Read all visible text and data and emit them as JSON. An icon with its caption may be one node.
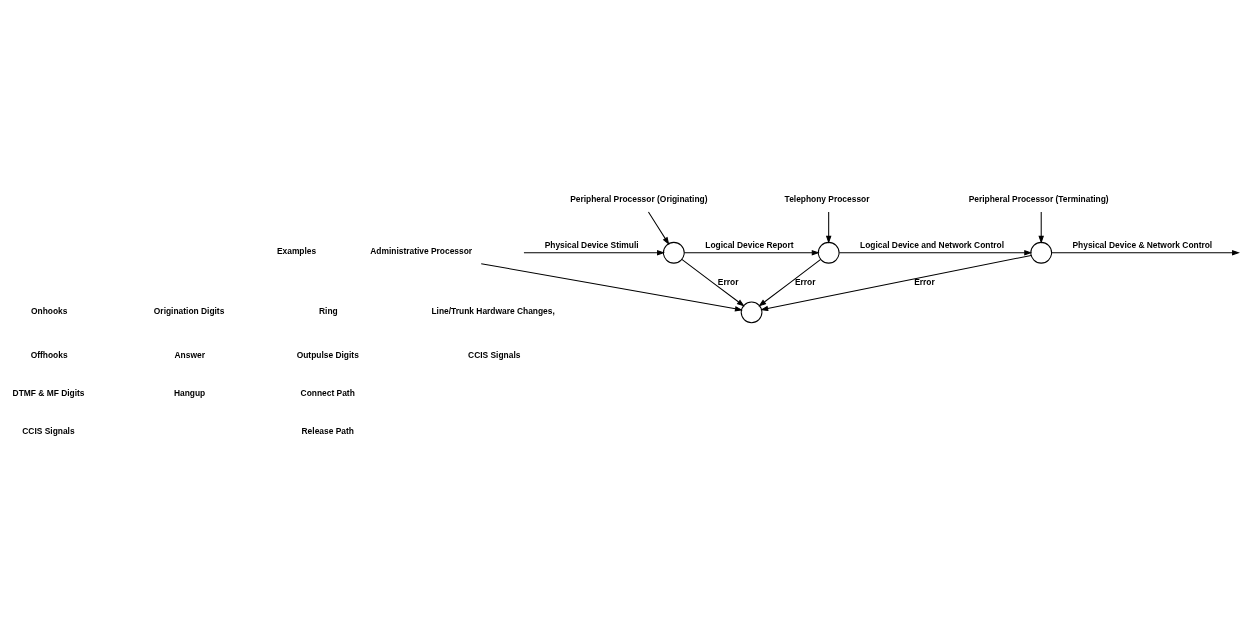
{
  "diagram": {
    "nodes": [
      {
        "text": [
          "Administrative Processor"
        ]
      },
      {
        "text": [],
        "shape": "circle"
      },
      {
        "text": [],
        "shape": "circle"
      },
      {
        "text": [],
        "shape": "circle"
      },
      {
        "text": [],
        "shape": "circle"
      },
      {
        "text": [
          "Peripheral Processor (Originating)"
        ]
      },
      {
        "text": [
          "Telephony Processor"
        ]
      },
      {
        "text": [
          "Peripheral Processor (Terminating)"
        ]
      }
    ],
    "edges": [
      {
        "from": 0,
        "to": 1,
        "arrow": "to"
      },
      {
        "from": null,
        "to": 2,
        "arrow": "to",
        "label": "Physical Device Stimuli"
      },
      {
        "from": 2,
        "to": 1,
        "arrow": "to",
        "label": "Error"
      },
      {
        "from": 2,
        "to": 3,
        "arrow": "to",
        "label": "Logical Device Report"
      },
      {
        "from": 3,
        "to": 1,
        "arrow": "to",
        "label": "Error"
      },
      {
        "from": 3,
        "to": 4,
        "arrow": "to",
        "label": "Logical Device and Network Control"
      },
      {
        "from": 4,
        "to": 1,
        "arrow": "to",
        "label": "Error"
      },
      {
        "from": 4,
        "to": null,
        "arrow": "to",
        "label": "Physical Device & Network Control"
      },
      {
        "from": 5,
        "to": 2,
        "arrow": "to"
      },
      {
        "from": 6,
        "to": 3,
        "arrow": "to"
      },
      {
        "from": 7,
        "to": 4,
        "arrow": "to"
      }
    ],
    "labels": [
      "Examples",
      "Onhooks",
      "Offhooks",
      "DTMF & MF Digits",
      "CCIS Signals",
      "Origination Digits",
      "Answer",
      "Hangup",
      "Ring",
      "Outpulse Digits",
      "Connect Path",
      "Release Path",
      "Line/Trunk Hardware Changes,",
      "CCIS Signals"
    ]
  }
}
